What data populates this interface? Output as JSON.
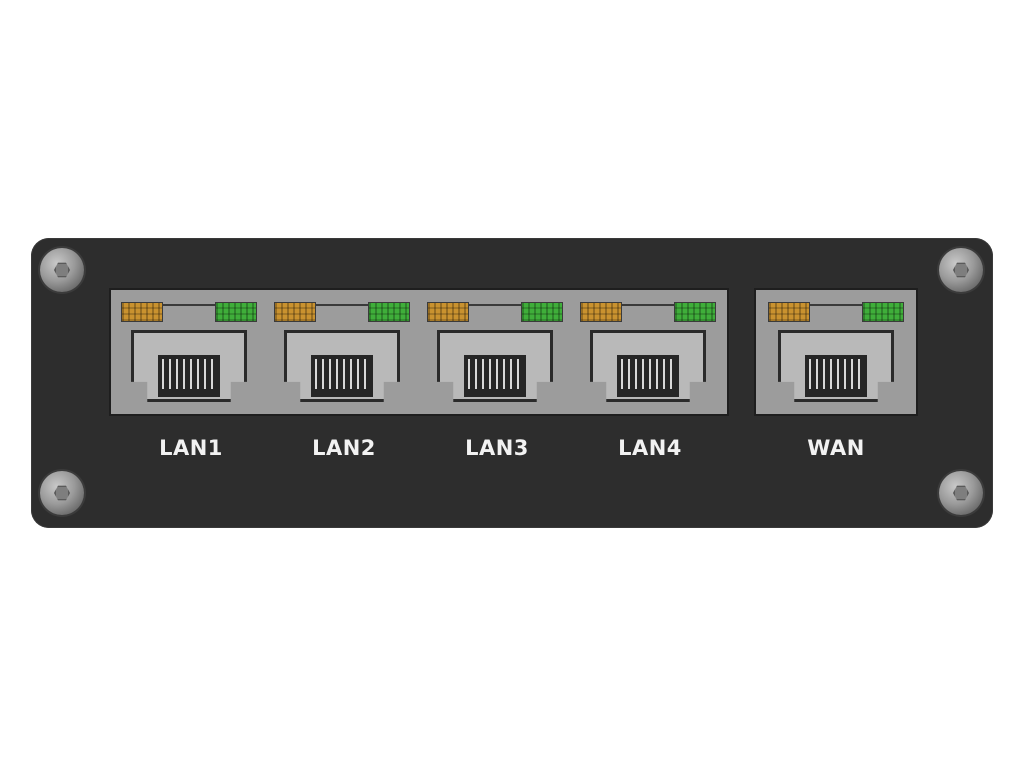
{
  "device": {
    "lan_ports": [
      {
        "label": "LAN1"
      },
      {
        "label": "LAN2"
      },
      {
        "label": "LAN3"
      },
      {
        "label": "LAN4"
      }
    ],
    "wan_port": {
      "label": "WAN"
    }
  },
  "colors": {
    "panel": "#2d2d2d",
    "led_amber": "#c9922f",
    "led_green": "#3fae3a",
    "label_text": "#f2f2f2"
  }
}
